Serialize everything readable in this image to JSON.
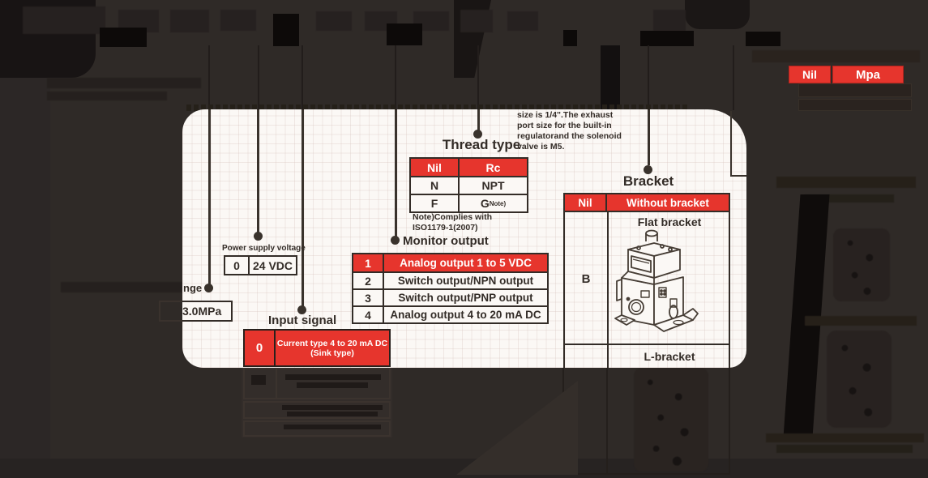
{
  "colors": {
    "accent_red": "#e6352d",
    "ink": "#332c27",
    "paper": "#fbf8f5"
  },
  "display_unit_toggle": {
    "nil_label": "Nil",
    "mpa_label": "Mpa"
  },
  "exhaust_note": {
    "line1": "size is 1/4\".The exhaust",
    "line2": "port size for the built-in",
    "line3": "regulatorand the solenoid",
    "line4": "valve is M5."
  },
  "thread_type": {
    "title": "Thread type",
    "header": {
      "code": "Nil",
      "value": "Rc"
    },
    "rows": [
      {
        "code": "N",
        "value": "NPT"
      },
      {
        "code": "F",
        "value": "G",
        "sup": "Note)"
      }
    ],
    "note_line1": "Note)Complies with",
    "note_line2": "ISO1179-1(2007)"
  },
  "power_supply": {
    "label": "Power supply voltage",
    "code": "0",
    "value": "24 VDC"
  },
  "monitor_output": {
    "title": "Monitor output",
    "rows": [
      {
        "code": "1",
        "label": "Analog output 1 to 5 VDC"
      },
      {
        "code": "2",
        "label": "Switch output/NPN output"
      },
      {
        "code": "3",
        "label": "Switch output/PNP output"
      },
      {
        "code": "4",
        "label": "Analog output 4 to 20 mA DC"
      }
    ]
  },
  "input_signal": {
    "title": "Input signal",
    "code": "0",
    "line1": "Current type 4 to 20 mA DC",
    "line2": "(Sink type)"
  },
  "set_pressure": {
    "label_fragment": "nge",
    "value_fragment": "3.0MPa"
  },
  "bracket": {
    "title": "Bracket",
    "header": {
      "code": "Nil",
      "value": "Without bracket"
    },
    "code": "B",
    "flat_label": "Flat bracket",
    "l_label": "L-bracket"
  }
}
